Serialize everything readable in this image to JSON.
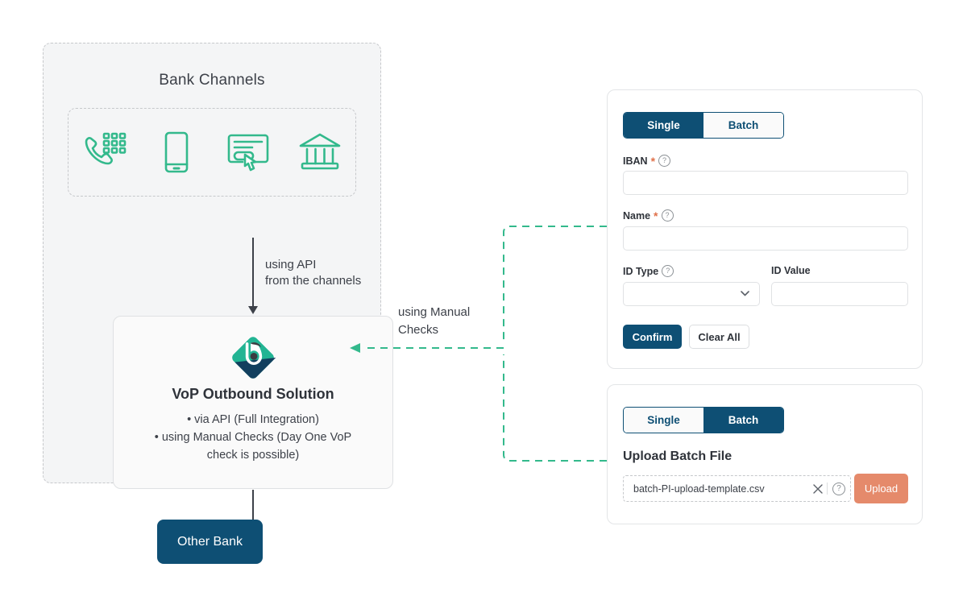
{
  "left": {
    "group_title": "Bank Channels",
    "channels": [
      {
        "name": "phone-keypad-icon",
        "label": "Phone"
      },
      {
        "name": "mobile-phone-icon",
        "label": "Mobile"
      },
      {
        "name": "web-form-click-icon",
        "label": "Online"
      },
      {
        "name": "bank-building-icon",
        "label": "Branch"
      }
    ],
    "api_label_line1": "using API",
    "api_label_line2": "from the channels",
    "solution": {
      "title": "VoP Outbound Solution",
      "bullets": [
        "•  via API (Full Integration)",
        "•  using Manual Checks (Day One VoP",
        "check is possible)"
      ]
    },
    "other_bank": "Other Bank"
  },
  "connector": {
    "manual_label_line1": "using Manual",
    "manual_label_line2": "Checks"
  },
  "single_card": {
    "tab_single": "Single",
    "tab_batch": "Batch",
    "active_tab": "Single",
    "iban_label": "IBAN",
    "iban_value": "",
    "name_label": "Name",
    "name_value": "",
    "id_type_label": "ID Type",
    "id_type_value": "",
    "id_value_label": "ID Value",
    "id_value_value": "",
    "confirm_label": "Confirm",
    "clear_label": "Clear All",
    "required_marker": "*",
    "help_glyph": "?"
  },
  "batch_card": {
    "tab_single": "Single",
    "tab_batch": "Batch",
    "active_tab": "Batch",
    "upload_title": "Upload Batch File",
    "file_name": "batch-PI-upload-template.csv",
    "upload_label": "Upload",
    "help_glyph": "?"
  },
  "colors": {
    "navy": "#0e4f74",
    "green": "#33b98c",
    "coral": "#e58a6b",
    "text": "#3d4149",
    "panel": "#f4f5f6"
  }
}
